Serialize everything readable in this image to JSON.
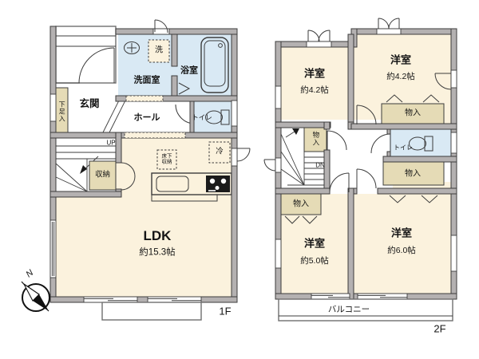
{
  "palette": {
    "wall_fill": "#b4b1b1",
    "wall_edge": "#3c3c3c",
    "room_cream": "#fbf2dd",
    "room_blue": "#d9e9f4",
    "closet_tan": "#e5dbb6",
    "background": "#ffffff"
  },
  "floor1": {
    "floor_label": "1F",
    "entrance": "玄関",
    "shoe_cabinet": "下足入",
    "washroom": "洗面室",
    "washer": "洗",
    "bathroom": "浴室",
    "hall": "ホール",
    "toilet": "トイレ",
    "stairs": "UP",
    "storage": "収納",
    "refrigerator": "冷",
    "underfloor_storage": "床下収納",
    "ldk": {
      "name": "LDK",
      "size": "約15.3帖"
    }
  },
  "floor2": {
    "floor_label": "2F",
    "stairs": "DN",
    "toilet": "トイレ",
    "balcony": "バルコニー",
    "rooms": {
      "northwest": {
        "name": "洋室",
        "size": "約4.2帖"
      },
      "northeast": {
        "name": "洋室",
        "size": "約4.2帖"
      },
      "southwest": {
        "name": "洋室",
        "size": "約5.0帖"
      },
      "southeast": {
        "name": "洋室",
        "size": "約6.0帖"
      }
    },
    "closets": {
      "stair_side": "物入",
      "northeast": "物入",
      "east": "物入",
      "west": "物入"
    }
  },
  "compass": {
    "north": "N"
  }
}
